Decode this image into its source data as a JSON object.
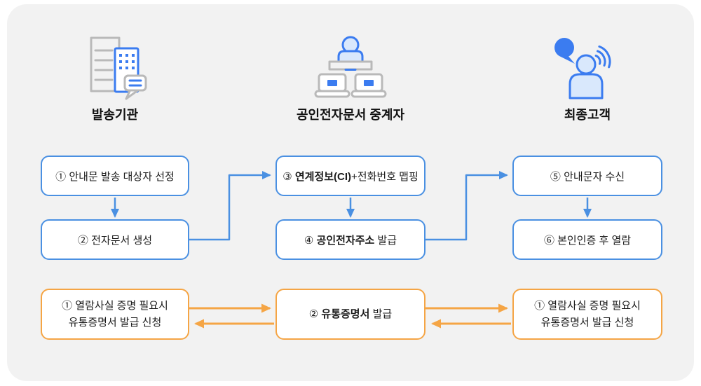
{
  "header": {
    "columns": [
      {
        "label": "발송기관",
        "icon": "building-chat-icon"
      },
      {
        "label": "공인전자문서 중계자",
        "icon": "operator-laptops-icon"
      },
      {
        "label": "최종고객",
        "icon": "customer-notification-icon"
      }
    ]
  },
  "flow": {
    "blue_boxes": [
      {
        "text": "① 안내문 발송 대상자 선정"
      },
      {
        "text": "② 전자문서 생성"
      },
      {
        "prefix": "③ ",
        "bold": "연계정보(CI)",
        "rest": "+전화번호 맵핑"
      },
      {
        "prefix": "④ ",
        "bold": "공인전자주소",
        "rest": " 발급"
      },
      {
        "text": "⑤ 안내문자 수신"
      },
      {
        "text": "⑥ 본인인증 후 열람"
      }
    ],
    "orange_boxes": [
      {
        "line1": "① 열람사실 증명 필요시",
        "line2": "유통증명서 발급 신청"
      },
      {
        "prefix": "② ",
        "bold": "유통증명서",
        "rest": " 발급"
      },
      {
        "line1": "① 열람사실 증명 필요시",
        "line2": "유통증명서 발급 신청"
      }
    ]
  },
  "colors": {
    "blue": "#4a90e2",
    "orange": "#f5a545",
    "icon_blue": "#3b7cf0",
    "icon_blue_light": "#d9e8fc",
    "icon_gray": "#b9b9b9",
    "panel_bg": "#f2f2f2",
    "text": "#1b1b1b"
  }
}
